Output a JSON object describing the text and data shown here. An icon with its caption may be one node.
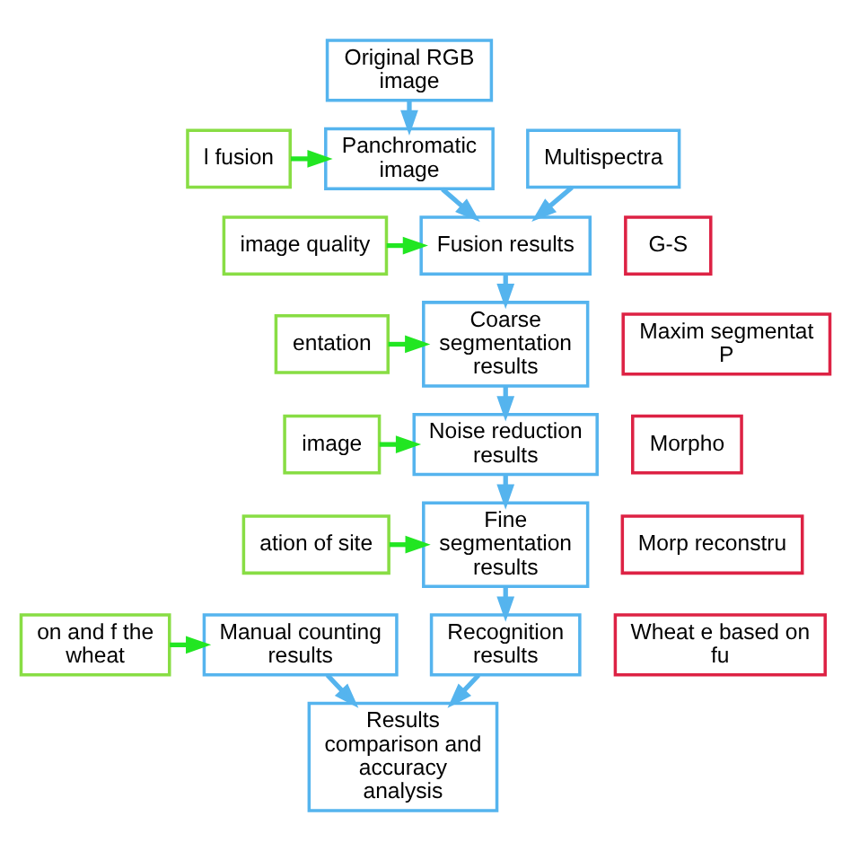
{
  "diagram": {
    "nodes": [
      {
        "text": [
          "l fusion"
        ]
      },
      {
        "text": [
          "image quality"
        ]
      },
      {
        "text": [
          "entation"
        ]
      },
      {
        "text": [
          "image"
        ]
      },
      {
        "text": [
          "ation of site"
        ]
      },
      {
        "text": [
          "on and f the wheat"
        ]
      },
      {
        "text": [
          "Original RGB image"
        ]
      },
      {
        "text": [
          "Panchromatic image"
        ]
      },
      {
        "text": [
          "Multispectra"
        ]
      },
      {
        "text": [
          "Fusion results"
        ]
      },
      {
        "text": [
          "Coarse segmentation results"
        ]
      },
      {
        "text": [
          "Noise reduction results"
        ]
      },
      {
        "text": [
          "Fine segmentation results"
        ]
      },
      {
        "text": [
          "Manual counting results"
        ]
      },
      {
        "text": [
          "Recognition results"
        ]
      },
      {
        "text": [
          "Results comparison and accuracy analysis"
        ]
      },
      {
        "text": [
          "G-S"
        ]
      },
      {
        "text": [
          "Maxim segmentat P"
        ]
      },
      {
        "text": [
          "Morpho"
        ]
      },
      {
        "text": [
          "Morp reconstru"
        ]
      },
      {
        "text": [
          "Wheat e based on fu"
        ]
      }
    ],
    "edges": [
      {
        "from": 0,
        "to": 7,
        "arrow": "to",
        "color": "#22e622"
      },
      {
        "from": 1,
        "to": 9,
        "arrow": "to",
        "color": "#22e622"
      },
      {
        "from": 2,
        "to": 10,
        "arrow": "to",
        "color": "#22e622"
      },
      {
        "from": 3,
        "to": 11,
        "arrow": "to",
        "color": "#22e622"
      },
      {
        "from": 4,
        "to": 12,
        "arrow": "to",
        "color": "#22e622"
      },
      {
        "from": 5,
        "to": 13,
        "arrow": "to",
        "color": "#22e622"
      },
      {
        "from": 6,
        "to": 7,
        "arrow": "to"
      },
      {
        "from": 7,
        "to": 9,
        "arrow": "to"
      },
      {
        "from": 8,
        "to": 9,
        "arrow": "to"
      },
      {
        "from": 9,
        "to": 10,
        "arrow": "to"
      },
      {
        "from": 10,
        "to": 11,
        "arrow": "to"
      },
      {
        "from": 11,
        "to": 12,
        "arrow": "to"
      },
      {
        "from": 12,
        "to": 14,
        "arrow": "to"
      },
      {
        "from": 13,
        "to": 15,
        "arrow": "to"
      },
      {
        "from": 14,
        "to": 15,
        "arrow": "to"
      }
    ]
  }
}
